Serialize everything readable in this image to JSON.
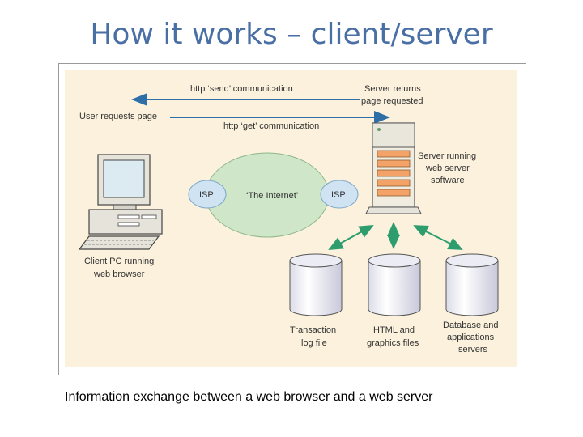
{
  "title": "How it works – client/server",
  "caption": "Information exchange between a web browser and a web server",
  "diagram": {
    "send_label": "http ‘send’ communication",
    "get_label": "http ‘get’ communication",
    "user_requests": "User requests page",
    "server_returns_1": "Server returns",
    "server_returns_2": "page requested",
    "server_label_1": "Server running",
    "server_label_2": "web server",
    "server_label_3": "software",
    "isp_left": "ISP",
    "isp_right": "ISP",
    "internet": "‘The Internet’",
    "client_label_1": "Client PC running",
    "client_label_2": "web browser",
    "db1_label_1": "Transaction",
    "db1_label_2": "log file",
    "db2_label_1": "HTML and",
    "db2_label_2": "graphics files",
    "db3_label_1": "Database and",
    "db3_label_2": "applications",
    "db3_label_3": "servers"
  },
  "colors": {
    "title": "#4a6fa5",
    "panel_bg": "#fbf1dc",
    "arrow_blue": "#2f6fa8",
    "arrow_green": "#2e9d6e",
    "internet_fill": "#cfe6c8",
    "isp_fill": "#cfe3f3",
    "server_orange": "#f3a367"
  }
}
